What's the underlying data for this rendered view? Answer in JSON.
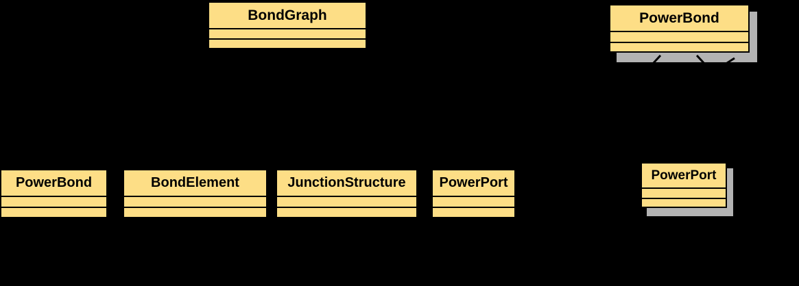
{
  "diagram": {
    "kind": "uml-class-diagram",
    "background_color": "#000000",
    "class_fill_color": "#FDDE86",
    "class_border_color": "#000000",
    "shadow_color": "#B3B3B3",
    "title_text_color": "#000000",
    "classes": [
      {
        "id": "bond-graph",
        "name": "BondGraph"
      },
      {
        "id": "power-bond-top",
        "name": "PowerBond"
      },
      {
        "id": "power-bond-left",
        "name": "PowerBond"
      },
      {
        "id": "bond-element",
        "name": "BondElement"
      },
      {
        "id": "junction-structure",
        "name": "JunctionStructure"
      },
      {
        "id": "power-port",
        "name": "PowerPort"
      },
      {
        "id": "power-port-bottom-right",
        "name": "PowerPort"
      }
    ]
  }
}
